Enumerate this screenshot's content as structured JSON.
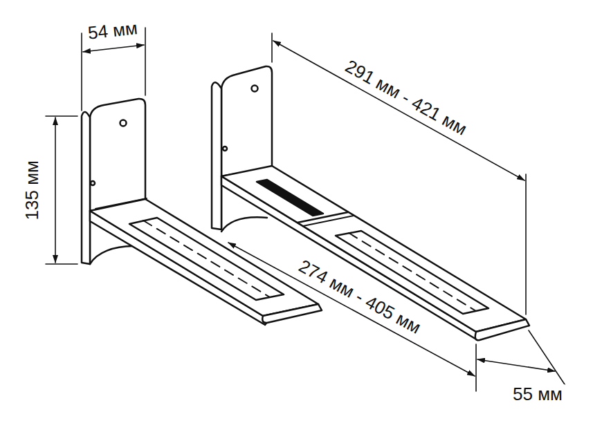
{
  "diagram": {
    "labels": [
      "54 мм",
      "135 мм",
      "291 мм - 421 мм",
      "274 мм - 405 мм",
      "55 мм"
    ]
  }
}
